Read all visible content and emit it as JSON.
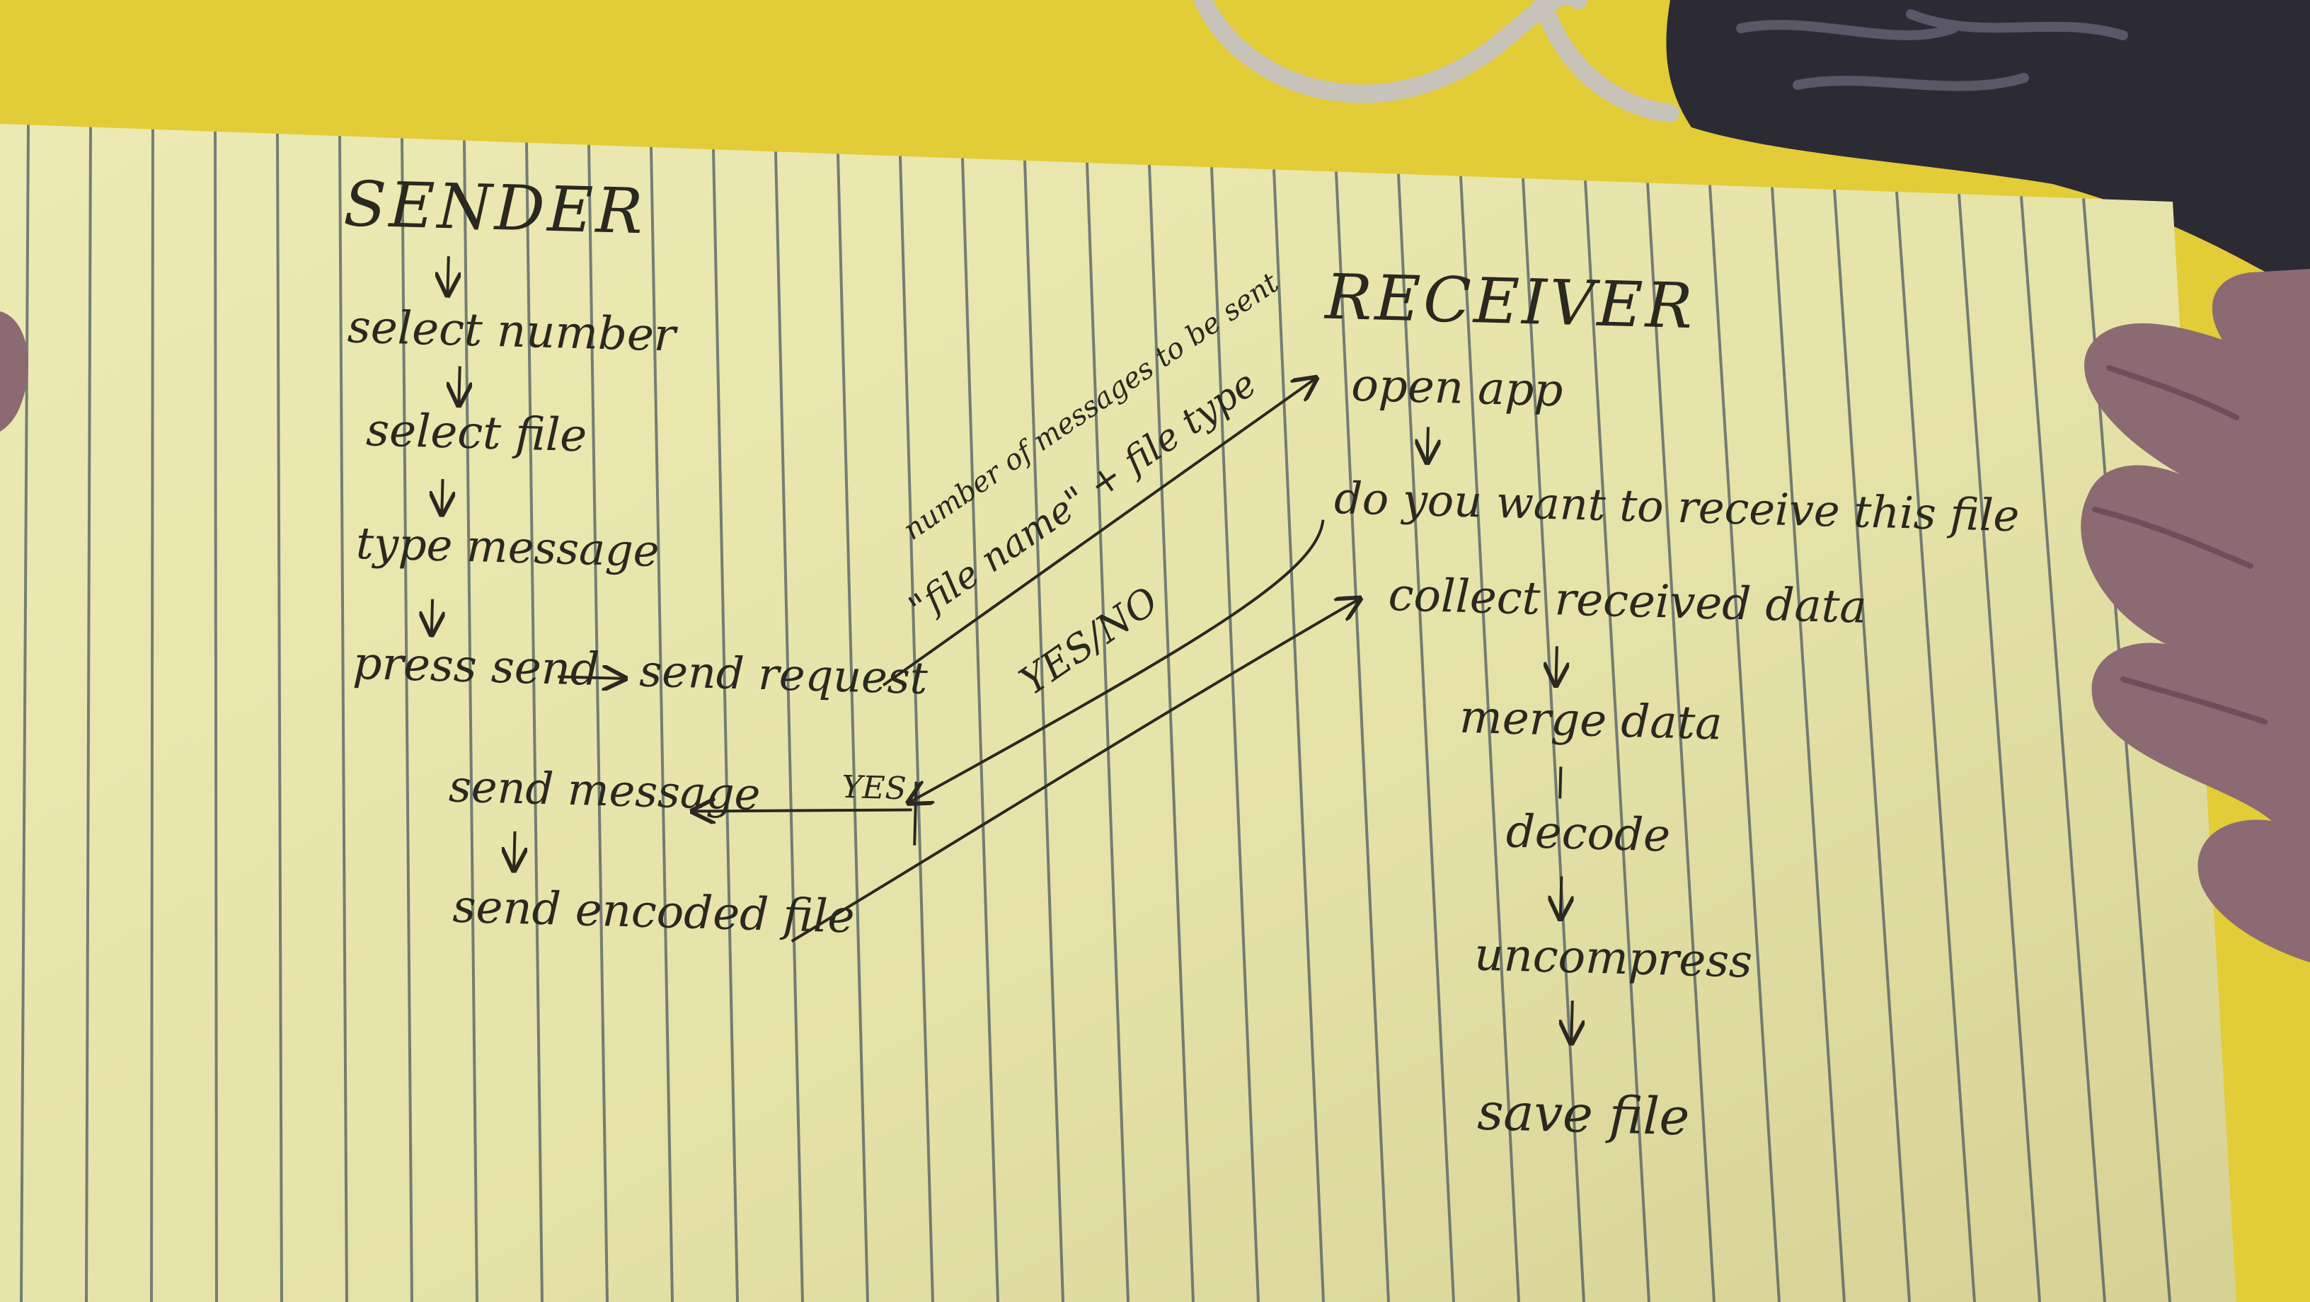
{
  "sender": {
    "title": "SENDER",
    "steps": [
      "select number",
      "select file",
      "type message",
      "press send"
    ],
    "send_request": "send request",
    "send_message": "send message",
    "send_encoded_file": "send encoded file"
  },
  "receiver": {
    "title": "RECEIVER",
    "steps": [
      "open app",
      "do you want to receive this file",
      "collect received data",
      "merge data",
      "decode",
      "uncompress",
      "save file"
    ]
  },
  "arrow_labels": {
    "request_line1": "number of messages to be sent",
    "request_line2": "\"file name\" + file type",
    "reply": "YES/NO",
    "yes": "YES"
  },
  "colors": {
    "desk": "#e2cc37",
    "paper": "#e8e6ad",
    "ruling": "#4c5a63",
    "ink": "#2a2820",
    "skin": "#8c6a73",
    "cable": "#c9c4ba",
    "cloth": "#2c2a33"
  }
}
